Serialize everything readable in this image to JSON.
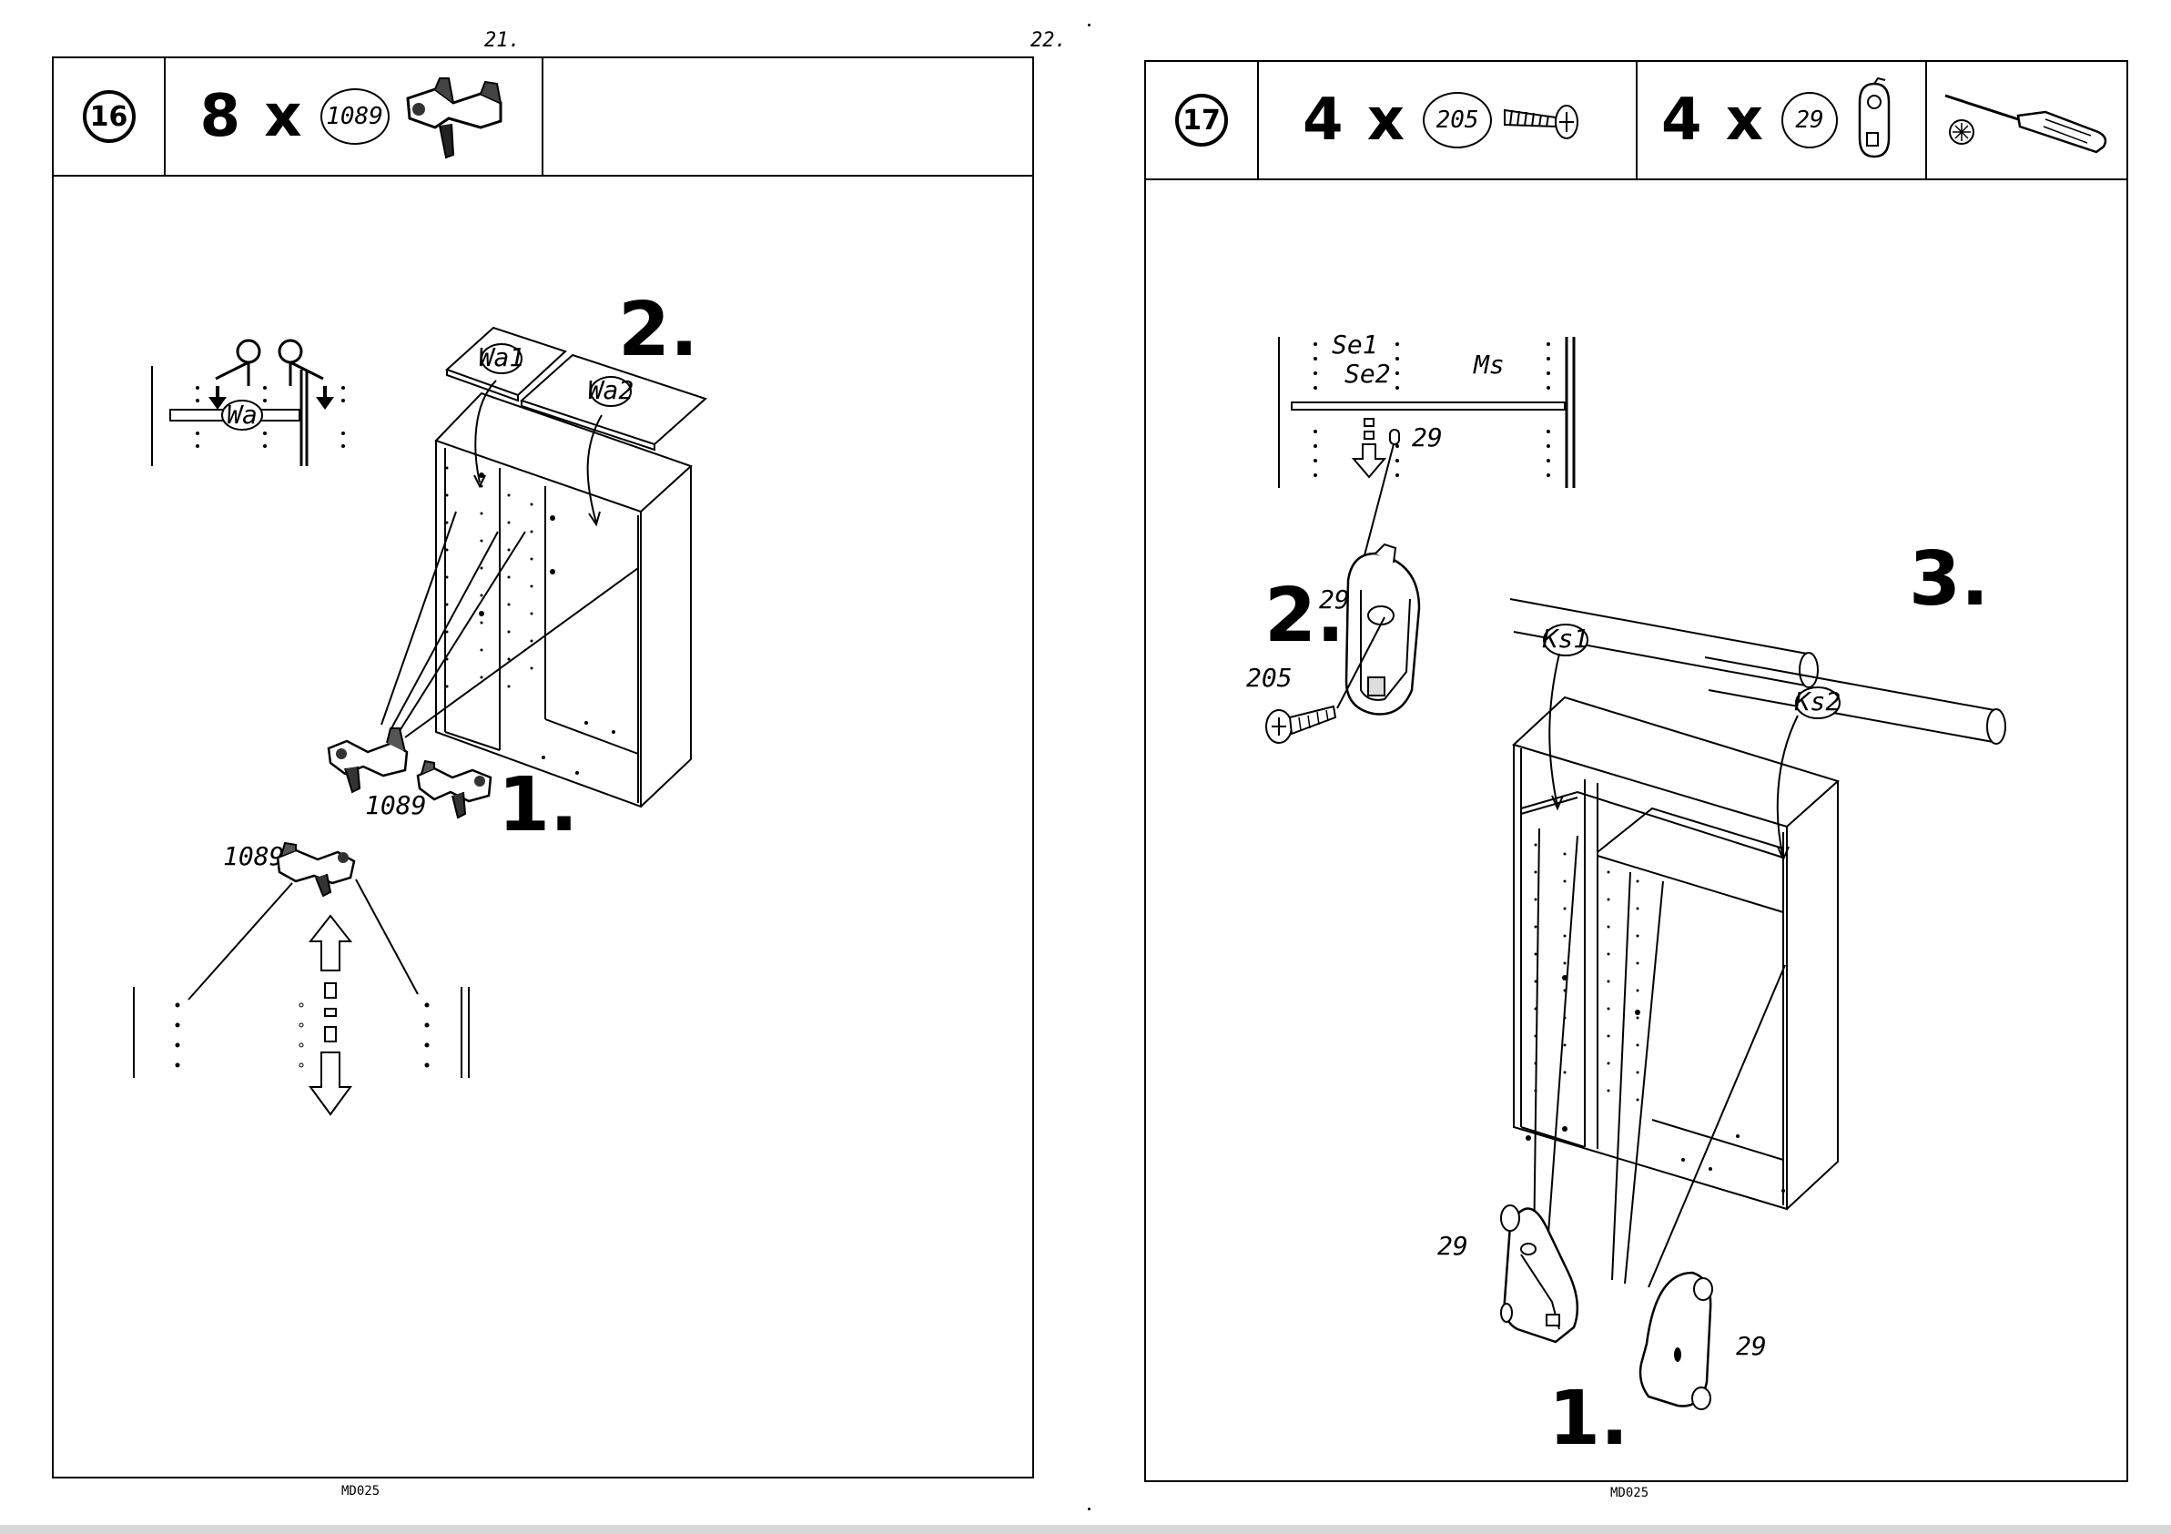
{
  "left_page": {
    "page_number": "21.",
    "step_number": "16",
    "quantity": "8 x",
    "part_number": "1089",
    "labels": {
      "wa": "Wa",
      "wa1": "Wa1",
      "wa2": "Wa2",
      "part_a": "1089",
      "part_b": "1089",
      "substep_1": "1.",
      "substep_2": "2."
    },
    "footer_code": "MD025"
  },
  "right_page": {
    "page_number": "22.",
    "step_number": "17",
    "quantity_screw": "4 x",
    "part_screw": "205",
    "quantity_bracket": "4 x",
    "part_bracket": "29",
    "labels": {
      "se1": "Se1",
      "se2": "Se2",
      "ms": "Ms",
      "part_29_top": "29",
      "substep_2": "2.",
      "part_29_detail": "29",
      "part_205": "205",
      "ks1": "Ks1",
      "ks2": "Ks2",
      "substep_3": "3.",
      "part_29_left": "29",
      "part_29_right": "29",
      "substep_1": "1."
    },
    "footer_code": "MD025"
  }
}
